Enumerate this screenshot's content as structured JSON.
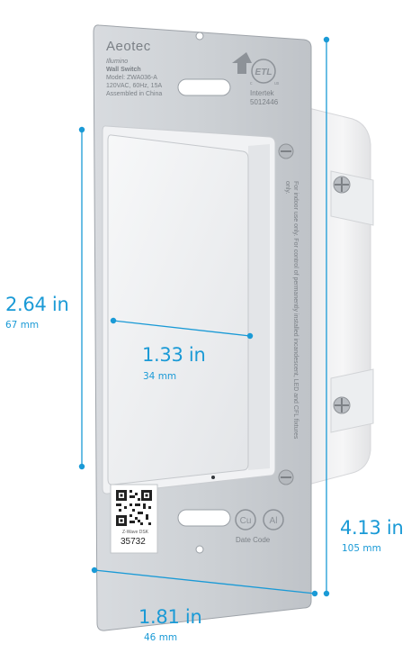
{
  "product": {
    "brand": "Aeotec",
    "product_name": "Illumino",
    "product_type": "Wall Switch",
    "model": "Model: ZWA036-A",
    "rating": "120VAC, 60Hz, 15A",
    "origin": "Assembled in China",
    "cert_mark": "ETL",
    "cert_body": "Intertek",
    "cert_number": "5012446",
    "side_label": "For indoor use only. For control of permanently installed incandescent, LED and CFL fixtures only.",
    "qr_caption": "Z-Wave DSK",
    "dsk_pin": "35732",
    "date_code_label": "Date Code"
  },
  "dimensions": {
    "switch_height": {
      "main": "2.64 in",
      "sub": "67 mm"
    },
    "switch_width": {
      "main": "1.33 in",
      "sub": "34 mm"
    },
    "overall_height": {
      "main": "4.13 in",
      "sub": "105 mm"
    },
    "overall_width": {
      "main": "1.81 in",
      "sub": "46 mm"
    }
  },
  "colors": {
    "accent": "#1a9ad6",
    "plate": "#c9cdd2",
    "rocker": "#eff0f2",
    "housing": "#f4f4f5"
  }
}
